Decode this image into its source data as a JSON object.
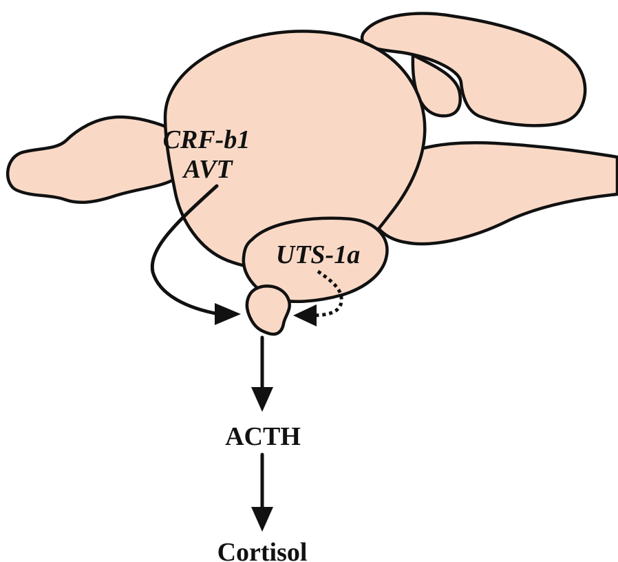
{
  "colors": {
    "tissue_fill": "#f9d9c6",
    "outline": "#111111",
    "background": "#ffffff"
  },
  "labels": {
    "hypothalamus_factors": [
      "CRF-b1",
      "AVT"
    ],
    "caudal_neurosecretory": "UTS-1a",
    "pituitary_hormone": "ACTH",
    "end_product": "Cortisol"
  }
}
